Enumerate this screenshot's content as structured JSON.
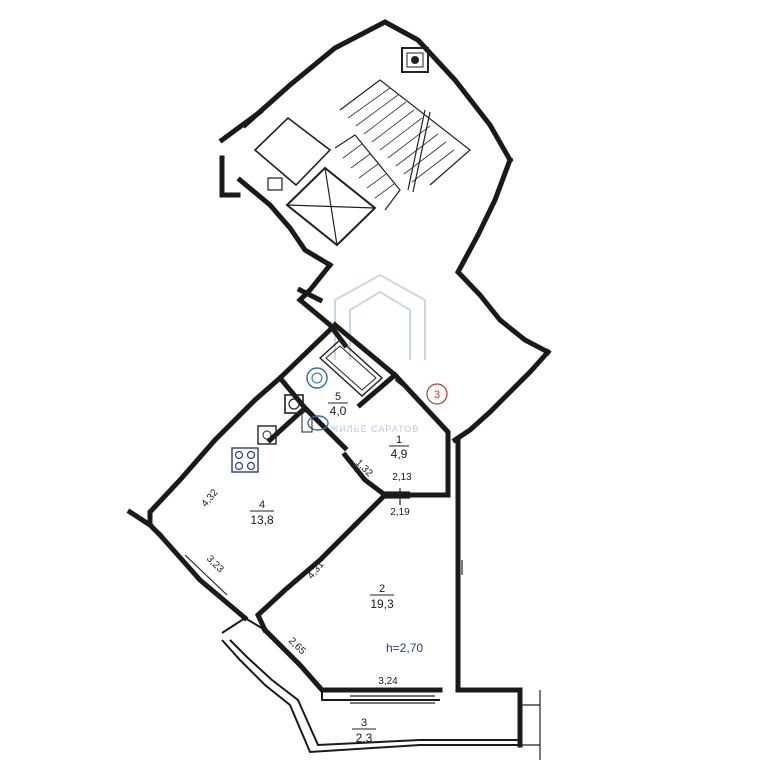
{
  "watermark": {
    "text": "ЖИЛЬЕ САРАТОВ"
  },
  "apartment_marker": "3",
  "ceiling_height": "h=2,70",
  "rooms": [
    {
      "id": "room-1",
      "number": "1",
      "area": "4,9"
    },
    {
      "id": "room-2",
      "number": "2",
      "area": "19,3"
    },
    {
      "id": "room-3",
      "number": "3",
      "area": "2,3"
    },
    {
      "id": "room-4",
      "number": "4",
      "area": "13,8"
    },
    {
      "id": "room-5",
      "number": "5",
      "area": "4,0"
    }
  ],
  "dimensions": {
    "room4_diag_wall": "4,32",
    "room4_window_wall": "3,23",
    "bath_corridor": "1,32",
    "corridor_width": "2,13",
    "room2_top": "2,19",
    "room2_diag_wall": "4,31",
    "room2_window_diag": "2,65",
    "room2_window": "3,24"
  }
}
